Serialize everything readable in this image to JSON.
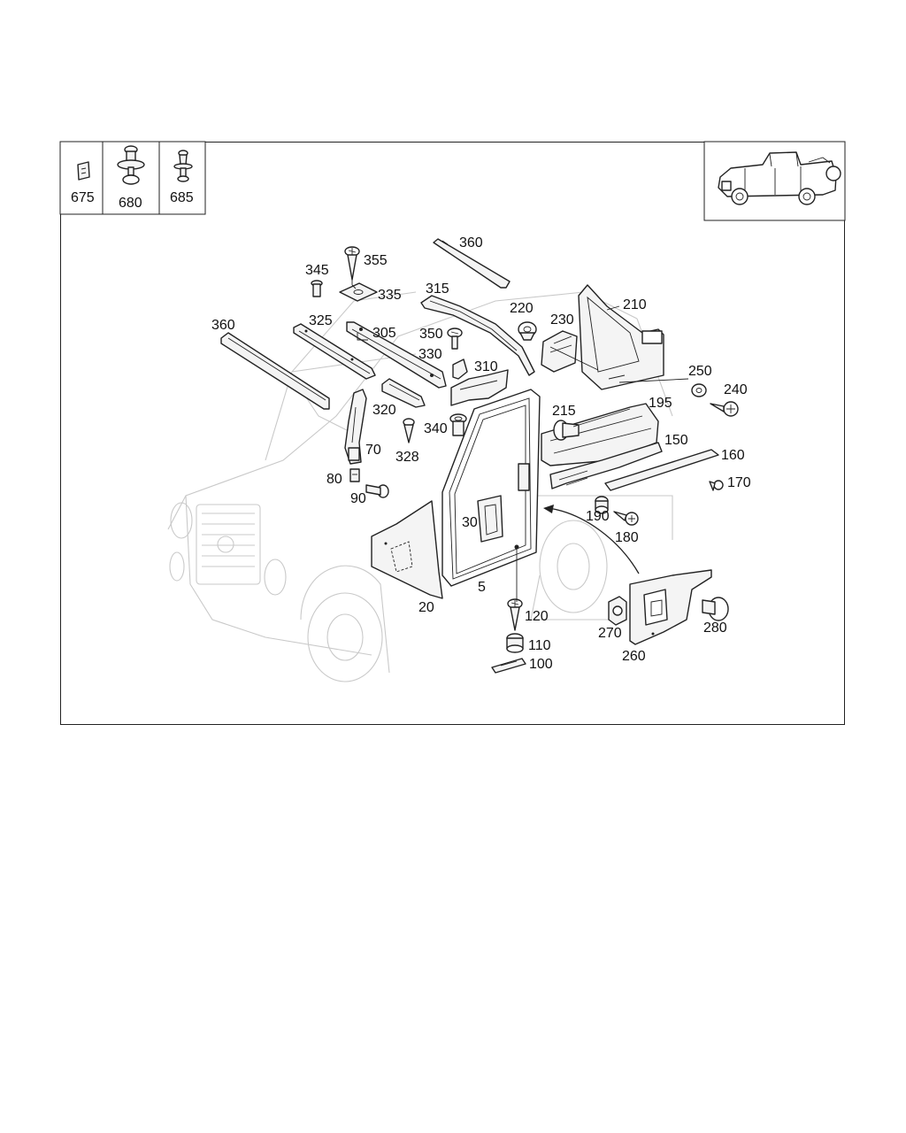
{
  "inset_box": {
    "cells": [
      {
        "label": "675",
        "icon": "clip-icon"
      },
      {
        "label": "680",
        "icon": "push-rivet-icon"
      },
      {
        "label": "685",
        "icon": "spring-clip-icon"
      }
    ]
  },
  "callouts": [
    {
      "id": "5",
      "label": "5"
    },
    {
      "id": "20",
      "label": "20"
    },
    {
      "id": "30",
      "label": "30"
    },
    {
      "id": "70",
      "label": "70"
    },
    {
      "id": "80",
      "label": "80"
    },
    {
      "id": "90",
      "label": "90"
    },
    {
      "id": "100",
      "label": "100"
    },
    {
      "id": "110",
      "label": "110"
    },
    {
      "id": "120",
      "label": "120"
    },
    {
      "id": "150",
      "label": "150"
    },
    {
      "id": "160",
      "label": "160"
    },
    {
      "id": "170",
      "label": "170"
    },
    {
      "id": "180",
      "label": "180"
    },
    {
      "id": "190",
      "label": "190"
    },
    {
      "id": "195",
      "label": "195"
    },
    {
      "id": "210",
      "label": "210"
    },
    {
      "id": "215",
      "label": "215"
    },
    {
      "id": "220",
      "label": "220"
    },
    {
      "id": "230",
      "label": "230"
    },
    {
      "id": "240",
      "label": "240"
    },
    {
      "id": "250",
      "label": "250"
    },
    {
      "id": "260",
      "label": "260"
    },
    {
      "id": "270",
      "label": "270"
    },
    {
      "id": "280",
      "label": "280"
    },
    {
      "id": "305",
      "label": "305"
    },
    {
      "id": "310",
      "label": "310"
    },
    {
      "id": "315",
      "label": "315"
    },
    {
      "id": "320",
      "label": "320"
    },
    {
      "id": "325",
      "label": "325"
    },
    {
      "id": "328",
      "label": "328"
    },
    {
      "id": "330",
      "label": "330"
    },
    {
      "id": "335",
      "label": "335"
    },
    {
      "id": "340",
      "label": "340"
    },
    {
      "id": "345",
      "label": "345"
    },
    {
      "id": "350",
      "label": "350"
    },
    {
      "id": "355",
      "label": "355"
    },
    {
      "id": "360a",
      "label": "360"
    },
    {
      "id": "360b",
      "label": "360"
    }
  ],
  "colors": {
    "line": "#222222",
    "ghost": "#c9c9c9",
    "background": "#ffffff"
  }
}
